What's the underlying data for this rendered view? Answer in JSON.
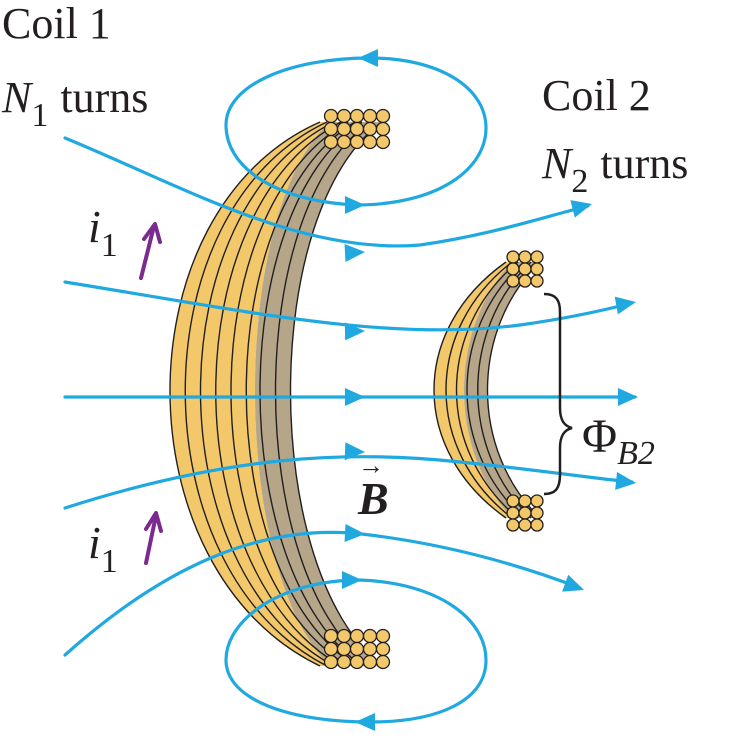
{
  "coil1": {
    "name": "Coil 1",
    "turns_symbol": "N",
    "turns_subscript": "1",
    "turns_word": "turns"
  },
  "coil2": {
    "name": "Coil 2",
    "turns_symbol": "N",
    "turns_subscript": "2",
    "turns_word": "turns"
  },
  "current": {
    "symbol": "i",
    "subscript": "1"
  },
  "field": {
    "symbol": "B",
    "arrow": "→"
  },
  "flux": {
    "symbol": "Φ",
    "subscript": "B2"
  },
  "colors": {
    "field_lines": "#1fa9e0",
    "coil_copper": "#f3c86a",
    "coil_core": "#b5a68a",
    "current_arrow": "#7b2a8f",
    "text": "#231f20"
  }
}
